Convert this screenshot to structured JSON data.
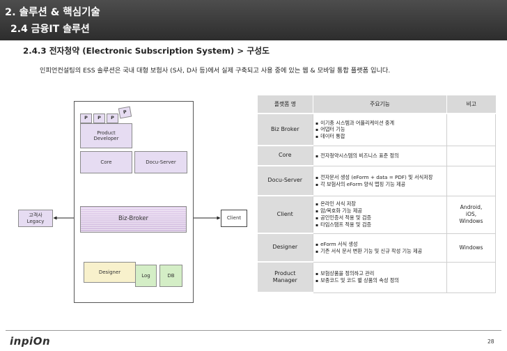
{
  "header": {
    "section": "2. 솔루션 & 핵심기술",
    "subsection": "2.4 금융IT 솔루션"
  },
  "subtitle": "2.4.3 전자청약 (Electronic Subscription System) > 구성도",
  "description": "인피언컨설팅의 ESS 솔루션은 국내 대형 보험사 (S사, D사 등)에서 실제 구축되고 사용 중에 있는 웹 & 모바일 통합 플랫폼 입니다.",
  "diagram": {
    "p_label": "P",
    "product_developer": "Product\nDeveloper",
    "core": "Core",
    "docu_server": "Docu-Server",
    "biz_broker": "Biz-Broker",
    "designer": "Designer",
    "log": "Log",
    "db": "DB",
    "legacy": "고객사\nLegacy",
    "client": "Client"
  },
  "table": {
    "headers": [
      "플랫폼 명",
      "주요기능",
      "비고"
    ],
    "rows": [
      {
        "name": "Biz Broker",
        "features": [
          "이기종 시스템과 어플리케이션 중계",
          "어댑터 기능",
          "데이터 통합"
        ],
        "note": ""
      },
      {
        "name": "Core",
        "features": [
          "전자청약시스템의 비즈니스 표준 정의"
        ],
        "note": ""
      },
      {
        "name": "Docu-Server",
        "features": [
          "전자문서 생성 (eForm + data = PDF) 및 서식저장",
          "각 보험사의 eForm 양식 맵핑 기능 제공"
        ],
        "note": ""
      },
      {
        "name": "Client",
        "features": [
          "온라인 서식 저장",
          "암/복호화 기능 제공",
          "공인인증서 적용 및 검증",
          "타임스탬프 적용 및 검증"
        ],
        "note": "Android,\niOS,\nWindows"
      },
      {
        "name": "Designer",
        "features": [
          "eForm 서식 생성",
          "기존 서식 문서 변환 기능 및 신규 작성 기능 제공"
        ],
        "note": "Windows"
      },
      {
        "name": "Product\nManager",
        "features": [
          "보험상품을 정의하고 관리",
          "보종코드 및 코드 별 상품의 속성 정의"
        ],
        "note": ""
      }
    ]
  },
  "footer": {
    "logo": "inpiOn",
    "page": "28"
  },
  "colors": {
    "header_bg": "#3a3a3a",
    "purple_box": "#e6dcf2",
    "yellow_box": "#f8f1cc",
    "green_box": "#d4eec6",
    "table_header": "#d9d9d9"
  }
}
